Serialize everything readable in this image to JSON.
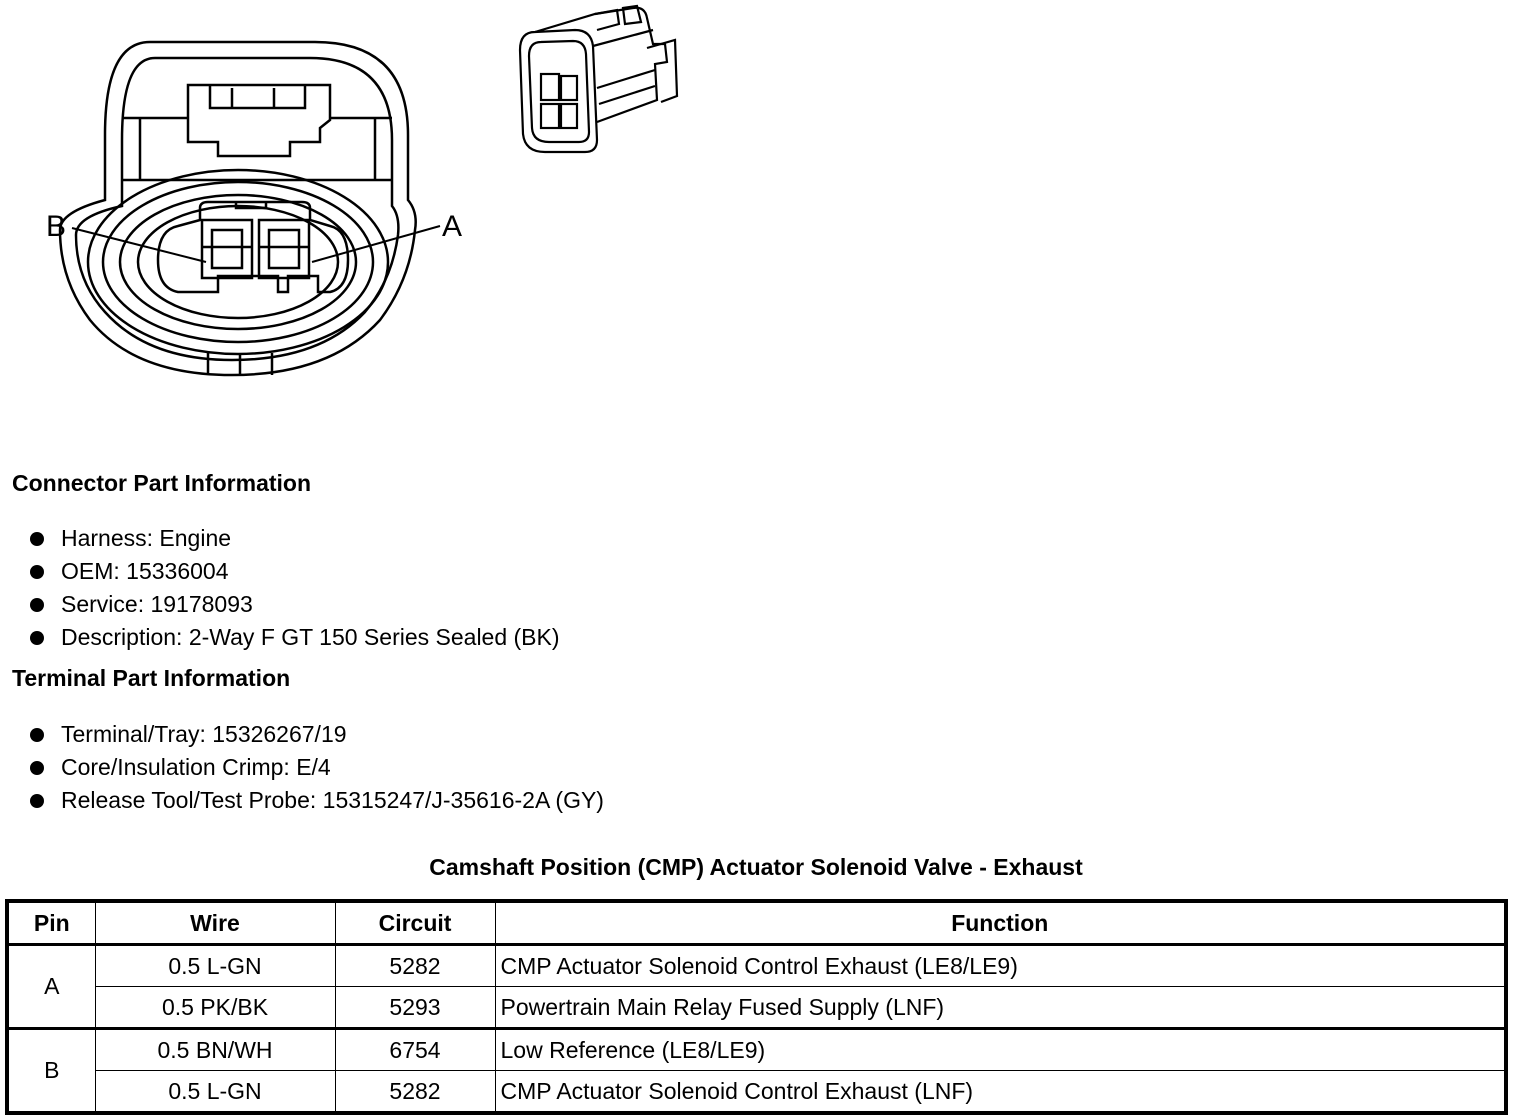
{
  "diagram": {
    "terminal_labels": {
      "left": "B",
      "right": "A"
    }
  },
  "connector_part_information": {
    "heading": "Connector Part Information",
    "items": [
      "Harness: Engine",
      "OEM: 15336004",
      "Service: 19178093",
      "Description: 2-Way F GT 150 Series Sealed (BK)"
    ]
  },
  "terminal_part_information": {
    "heading": "Terminal Part Information",
    "items": [
      "Terminal/Tray: 15326267/19",
      "Core/Insulation Crimp: E/4",
      "Release Tool/Test Probe: 15315247/J-35616-2A (GY)"
    ]
  },
  "table": {
    "title": "Camshaft Position (CMP) Actuator Solenoid Valve - Exhaust",
    "headers": {
      "pin": "Pin",
      "wire": "Wire",
      "circuit": "Circuit",
      "function": "Function"
    },
    "rows": [
      {
        "pin": "A",
        "wire": "0.5 L-GN",
        "circuit": "5282",
        "function": "CMP Actuator Solenoid Control Exhaust (LE8/LE9)"
      },
      {
        "pin": "A",
        "wire": "0.5 PK/BK",
        "circuit": "5293",
        "function": "Powertrain Main Relay Fused Supply (LNF)"
      },
      {
        "pin": "B",
        "wire": "0.5 BN/WH",
        "circuit": "6754",
        "function": "Low Reference (LE8/LE9)"
      },
      {
        "pin": "B",
        "wire": "0.5 L-GN",
        "circuit": "5282",
        "function": "CMP Actuator Solenoid Control Exhaust (LNF)"
      }
    ]
  }
}
